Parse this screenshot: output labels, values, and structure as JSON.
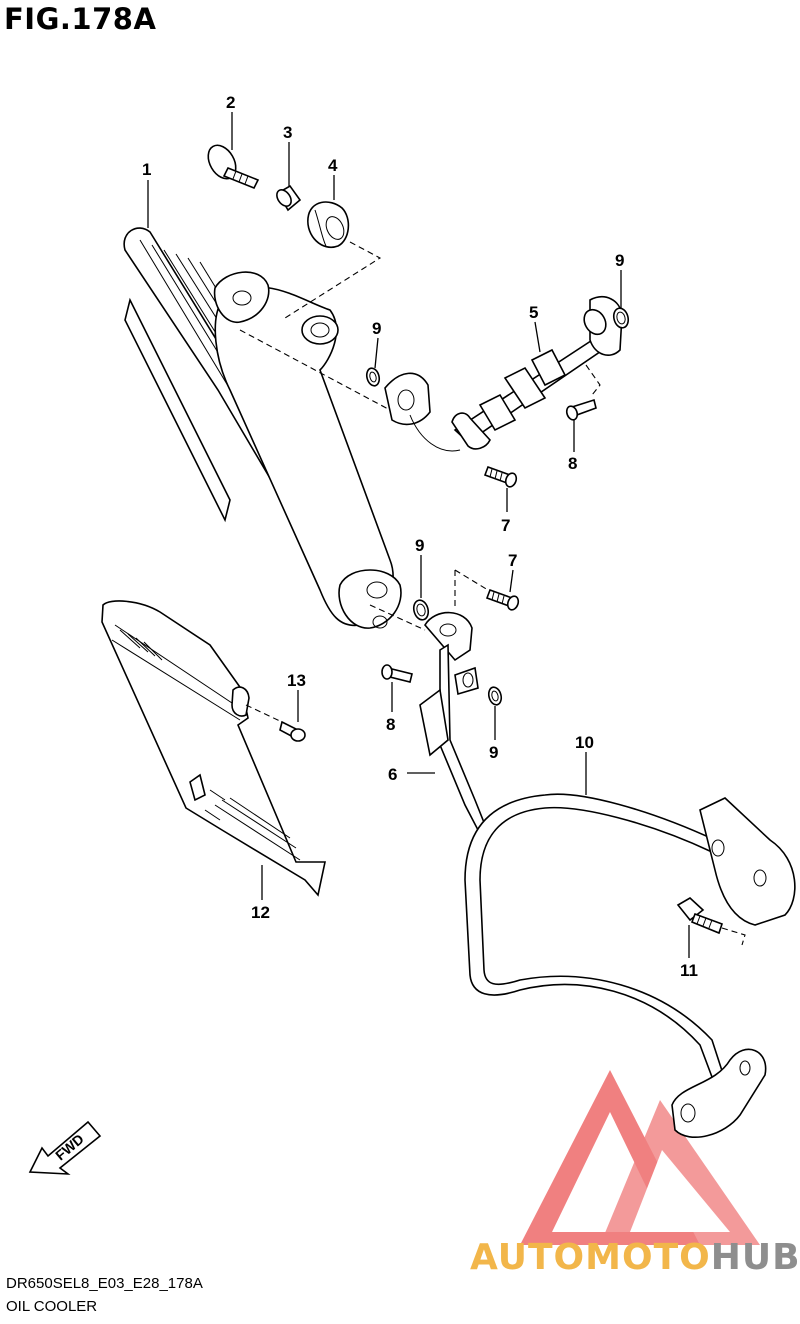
{
  "figure": {
    "title": "FIG.178A",
    "code": "DR650SEL8_E03_E28_178A",
    "name": "OIL COOLER"
  },
  "fwd_label": "FWD",
  "watermark": {
    "part1": "AUTOMOTO",
    "part2": "HUB",
    "color_primary": "#f2b64a",
    "color_secondary": "#8e8e8e",
    "logo_color": "#ee6b6b"
  },
  "callouts": [
    {
      "id": "c1",
      "label": "1"
    },
    {
      "id": "c2",
      "label": "2"
    },
    {
      "id": "c3",
      "label": "3"
    },
    {
      "id": "c4",
      "label": "4"
    },
    {
      "id": "c5",
      "label": "5"
    },
    {
      "id": "c6",
      "label": "6"
    },
    {
      "id": "c7a",
      "label": "7"
    },
    {
      "id": "c7b",
      "label": "7"
    },
    {
      "id": "c8a",
      "label": "8"
    },
    {
      "id": "c8b",
      "label": "8"
    },
    {
      "id": "c9a",
      "label": "9"
    },
    {
      "id": "c9b",
      "label": "9"
    },
    {
      "id": "c9c",
      "label": "9"
    },
    {
      "id": "c9d",
      "label": "9"
    },
    {
      "id": "c10",
      "label": "10"
    },
    {
      "id": "c11",
      "label": "11"
    },
    {
      "id": "c12",
      "label": "12"
    },
    {
      "id": "c13",
      "label": "13"
    }
  ]
}
